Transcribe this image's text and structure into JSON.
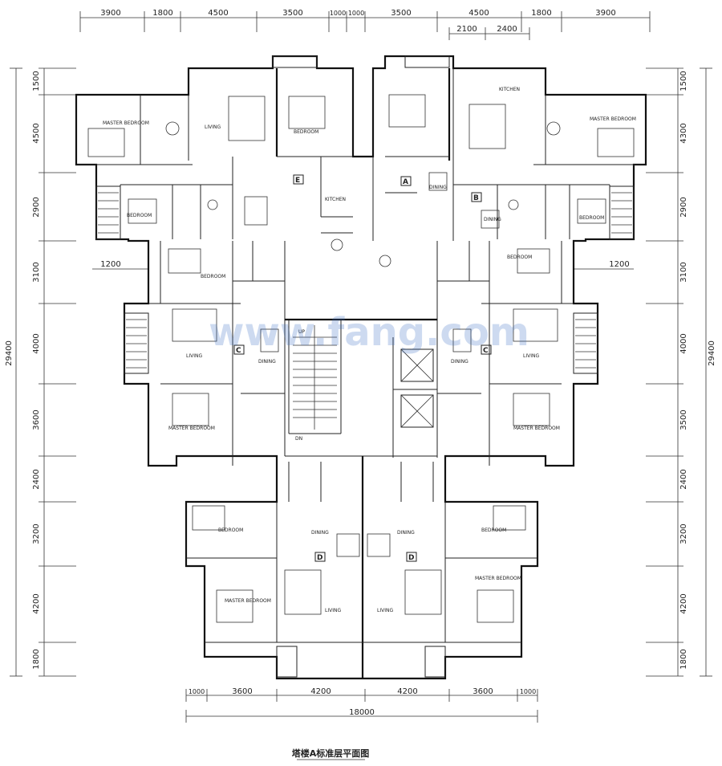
{
  "dims": {
    "top": [
      "3900",
      "1800",
      "4500",
      "3500",
      "1000",
      "1000",
      "3500",
      "4500",
      "1800",
      "3900"
    ],
    "top_sub": [
      "2100",
      "2400"
    ],
    "bottom": [
      "1000",
      "3600",
      "4200",
      "4200",
      "3600",
      "1000"
    ],
    "bottom_total": "18000",
    "left": [
      "1500",
      "4500",
      "2900",
      "3100",
      "4000",
      "3600",
      "2400",
      "3200",
      "4200",
      "1800"
    ],
    "left_total": "29400",
    "right": [
      "1500",
      "4300",
      "2900",
      "3100",
      "4000",
      "3500",
      "2400",
      "3200",
      "4200",
      "1800"
    ],
    "right_total": "29400",
    "offset_left": "1200",
    "offset_right": "1200"
  },
  "rooms": {
    "living": "LIVING",
    "bedroom": "BEDROOM",
    "master_bedroom": "MASTER BEDROOM",
    "dining": "DINING",
    "kitchen": "KITCHEN",
    "up": "UP",
    "dn": "DN"
  },
  "units": [
    "E",
    "A",
    "B",
    "C",
    "C",
    "D",
    "D"
  ],
  "watermark": "www.fang.com",
  "caption": "塔楼A标准层平面图"
}
